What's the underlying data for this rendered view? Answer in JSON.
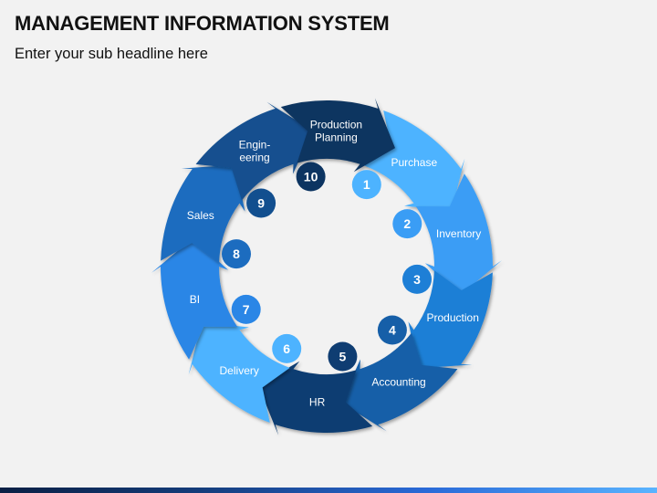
{
  "header": {
    "title": "MANAGEMENT INFORMATION SYSTEM",
    "subtitle": "Enter your sub headline here"
  },
  "cycle": {
    "stages": [
      {
        "number": "1",
        "label": [
          "Purchase"
        ],
        "color": "#4db3ff"
      },
      {
        "number": "2",
        "label": [
          "Inventory"
        ],
        "color": "#3a9df5"
      },
      {
        "number": "3",
        "label": [
          "Production"
        ],
        "color": "#1e7fd6"
      },
      {
        "number": "4",
        "label": [
          "Accounting"
        ],
        "color": "#165fa8"
      },
      {
        "number": "5",
        "label": [
          "HR"
        ],
        "color": "#0f3d72"
      },
      {
        "number": "6",
        "label": [
          "Delivery"
        ],
        "color": "#4db3ff"
      },
      {
        "number": "7",
        "label": [
          "BI"
        ],
        "color": "#2a86e6"
      },
      {
        "number": "8",
        "label": [
          "Sales"
        ],
        "color": "#1c6cbf"
      },
      {
        "number": "9",
        "label": [
          "Engin-",
          "eering"
        ],
        "color": "#124f8f"
      },
      {
        "number": "10",
        "label": [
          "Production",
          "Planning"
        ],
        "color": "#0c3461"
      }
    ]
  }
}
